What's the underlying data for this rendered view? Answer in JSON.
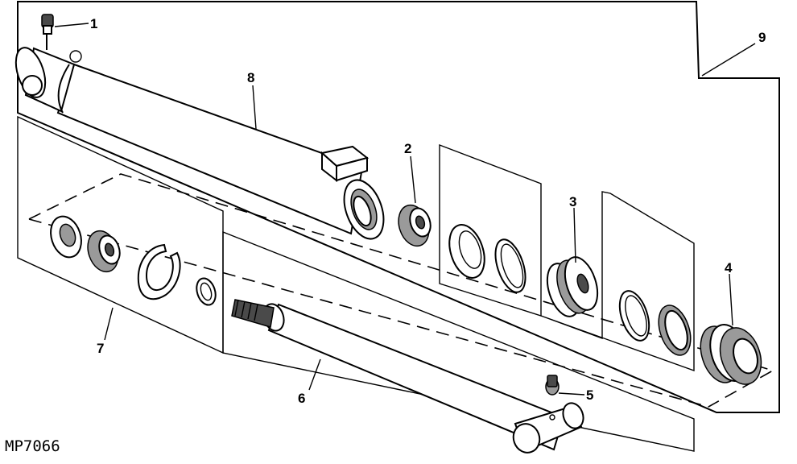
{
  "figure": {
    "id_code": "MP7066",
    "callouts": [
      "1",
      "2",
      "3",
      "4",
      "5",
      "6",
      "7",
      "8",
      "9"
    ]
  }
}
